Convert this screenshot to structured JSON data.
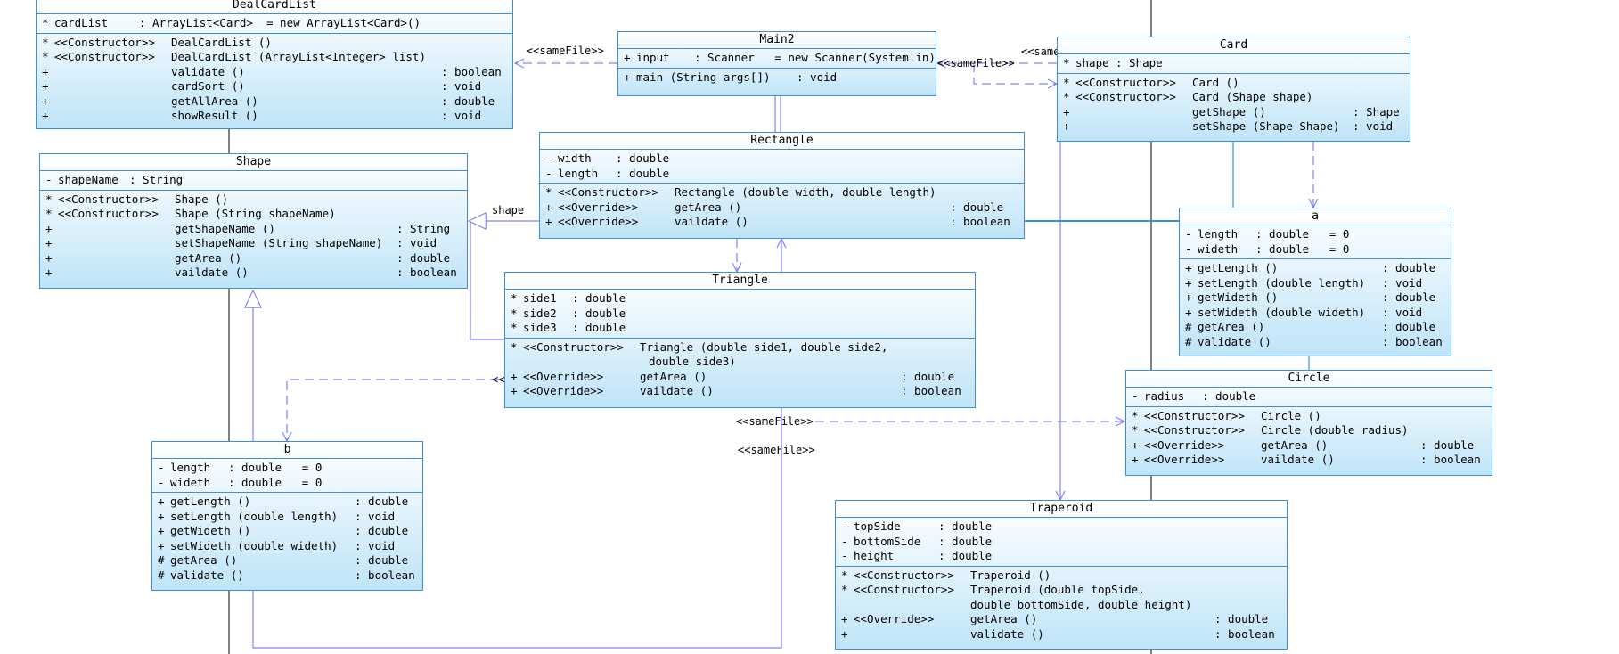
{
  "labels": {
    "samefile_main2_deal": "<<sameFile>>",
    "samefile_main2_card": "<<sameFile>>",
    "samefile_card_top": "<<same",
    "samefile_triangle_circle": "<<sameFile>>",
    "samefile_triangle_bottom": "<<sameFile>>",
    "shape_assoc": "shape",
    "triangle_left_mark": "<<"
  },
  "classes": [
    {
      "id": "dealcardlist",
      "name": "DealCardList",
      "sections": [
        [
          {
            "v": "*",
            "n": "cardList",
            "t": ": ArrayList<Card>  = new ArrayList<Card>()"
          }
        ],
        [
          {
            "v": "*",
            "s": "<<Constructor>>",
            "n": "DealCardList ()",
            "t": ""
          },
          {
            "v": "*",
            "s": "<<Constructor>>",
            "n": "DealCardList (ArrayList<Integer> list)",
            "t": ""
          },
          {
            "v": "+",
            "s": "",
            "n": "validate ()",
            "t": ": boolean"
          },
          {
            "v": "+",
            "s": "",
            "n": "cardSort ()",
            "t": ": void"
          },
          {
            "v": "+",
            "s": "",
            "n": "getAllArea ()",
            "t": ": double"
          },
          {
            "v": "+",
            "s": "",
            "n": "showResult ()",
            "t": ": void"
          }
        ]
      ]
    },
    {
      "id": "main2",
      "name": "Main2",
      "sections": [
        [
          {
            "v": "+",
            "n": "input",
            "t": ": Scanner   = new Scanner(System.in)"
          }
        ],
        [
          {
            "v": "+",
            "n": "main (String args[])",
            "t": ": void"
          }
        ]
      ]
    },
    {
      "id": "card",
      "name": "Card",
      "sections": [
        [
          {
            "v": "*",
            "n": "shape",
            "t": ": Shape"
          }
        ],
        [
          {
            "v": "*",
            "s": "<<Constructor>>",
            "n": "Card ()",
            "t": ""
          },
          {
            "v": "*",
            "s": "<<Constructor>>",
            "n": "Card (Shape shape)",
            "t": ""
          },
          {
            "v": "+",
            "s": "",
            "n": "getShape ()",
            "t": ": Shape"
          },
          {
            "v": "+",
            "s": "",
            "n": "setShape (Shape Shape)",
            "t": ": void"
          }
        ]
      ]
    },
    {
      "id": "shape",
      "name": "Shape",
      "sections": [
        [
          {
            "v": "-",
            "n": "shapeName",
            "t": ": String"
          }
        ],
        [
          {
            "v": "*",
            "s": "<<Constructor>>",
            "n": "Shape ()",
            "t": ""
          },
          {
            "v": "*",
            "s": "<<Constructor>>",
            "n": "Shape (String shapeName)",
            "t": ""
          },
          {
            "v": "+",
            "s": "",
            "n": "getShapeName ()",
            "t": ": String"
          },
          {
            "v": "+",
            "s": "",
            "n": "setShapeName (String shapeName)",
            "t": ": void"
          },
          {
            "v": "+",
            "s": "",
            "n": "getArea ()",
            "t": ": double"
          },
          {
            "v": "+",
            "s": "",
            "n": "vaildate ()",
            "t": ": boolean"
          }
        ]
      ]
    },
    {
      "id": "rectangle",
      "name": "Rectangle",
      "sections": [
        [
          {
            "v": "-",
            "n": "width",
            "t": ": double"
          },
          {
            "v": "-",
            "n": "length",
            "t": ": double"
          }
        ],
        [
          {
            "v": "*",
            "s": "<<Constructor>>",
            "n": "Rectangle (double width, double length)",
            "t": ""
          },
          {
            "v": "+",
            "s": "<<Override>>",
            "n": "getArea ()",
            "t": ": double"
          },
          {
            "v": "+",
            "s": "<<Override>>",
            "n": "vaildate ()",
            "t": ": boolean"
          }
        ]
      ]
    },
    {
      "id": "triangle",
      "name": "Triangle",
      "sections": [
        [
          {
            "v": "*",
            "n": "side1",
            "t": ": double"
          },
          {
            "v": "*",
            "n": "side2",
            "t": ": double"
          },
          {
            "v": "*",
            "n": "side3",
            "t": ": double"
          }
        ],
        [
          {
            "v": "*",
            "s": "<<Constructor>>",
            "n": "Triangle (double side1, double side2,",
            "t": ""
          },
          {
            "v": "",
            "s": "",
            "n": "double side3)",
            "t": ""
          },
          {
            "v": "+",
            "s": "<<Override>>",
            "n": "getArea ()",
            "t": ": double"
          },
          {
            "v": "+",
            "s": "<<Override>>",
            "n": "vaildate ()",
            "t": ": boolean"
          }
        ]
      ]
    },
    {
      "id": "a",
      "name": "a",
      "sections": [
        [
          {
            "v": "-",
            "n": "length",
            "t": ": double   = 0"
          },
          {
            "v": "-",
            "n": "wideth",
            "t": ": double   = 0"
          }
        ],
        [
          {
            "v": "+",
            "n": "getLength ()",
            "t": ": double"
          },
          {
            "v": "+",
            "n": "setLength (double length)",
            "t": ": void"
          },
          {
            "v": "+",
            "n": "getWideth ()",
            "t": ": double"
          },
          {
            "v": "+",
            "n": "setWideth (double wideth)",
            "t": ": void"
          },
          {
            "v": "#",
            "n": "getArea ()",
            "t": ": double"
          },
          {
            "v": "#",
            "n": "validate ()",
            "t": ": boolean"
          }
        ]
      ]
    },
    {
      "id": "circle",
      "name": "Circle",
      "sections": [
        [
          {
            "v": "-",
            "n": "radius",
            "t": ": double"
          }
        ],
        [
          {
            "v": "*",
            "s": "<<Constructor>>",
            "n": "Circle ()",
            "t": ""
          },
          {
            "v": "*",
            "s": "<<Constructor>>",
            "n": "Circle (double radius)",
            "t": ""
          },
          {
            "v": "+",
            "s": "<<Override>>",
            "n": "getArea ()",
            "t": ": double"
          },
          {
            "v": "+",
            "s": "<<Override>>",
            "n": "vaildate ()",
            "t": ": boolean"
          }
        ]
      ]
    },
    {
      "id": "b",
      "name": "b",
      "sections": [
        [
          {
            "v": "-",
            "n": "length",
            "t": ": double   = 0"
          },
          {
            "v": "-",
            "n": "wideth",
            "t": ": double   = 0"
          }
        ],
        [
          {
            "v": "+",
            "n": "getLength ()",
            "t": ": double"
          },
          {
            "v": "+",
            "n": "setLength (double length)",
            "t": ": void"
          },
          {
            "v": "+",
            "n": "getWideth ()",
            "t": ": double"
          },
          {
            "v": "+",
            "n": "setWideth (double wideth)",
            "t": ": void"
          },
          {
            "v": "#",
            "n": "getArea ()",
            "t": ": double"
          },
          {
            "v": "#",
            "n": "validate ()",
            "t": ": boolean"
          }
        ]
      ]
    },
    {
      "id": "traperoid",
      "name": "Traperoid",
      "sections": [
        [
          {
            "v": "-",
            "n": "topSide",
            "t": ": double"
          },
          {
            "v": "-",
            "n": "bottomSide",
            "t": ": double"
          },
          {
            "v": "-",
            "n": "height",
            "t": ": double"
          }
        ],
        [
          {
            "v": "*",
            "s": "<<Constructor>>",
            "n": "Traperoid ()",
            "t": ""
          },
          {
            "v": "*",
            "s": "<<Constructor>>",
            "n": "Traperoid (double topSide,",
            "t": ""
          },
          {
            "v": "",
            "s": "",
            "n": "double bottomSide, double height)",
            "t": ""
          },
          {
            "v": "+",
            "s": "<<Override>>",
            "n": "getArea ()",
            "t": ": double"
          },
          {
            "v": "+",
            "s": "",
            "n": "validate ()",
            "t": ": boolean"
          }
        ]
      ]
    }
  ]
}
